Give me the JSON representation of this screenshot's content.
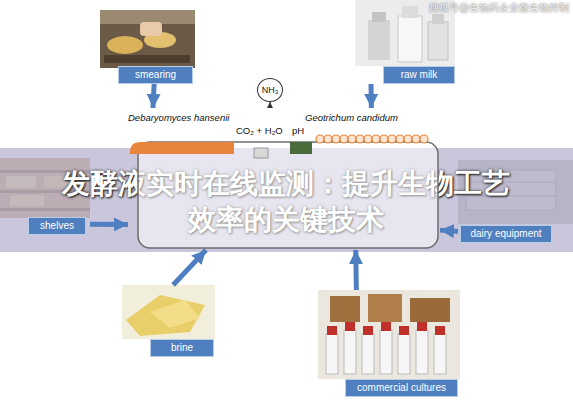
{
  "diagram": {
    "title": "发酵液实时在线监测：提升生物工艺效率的关键技术",
    "nodes": [
      {
        "text": [
          "smearing"
        ]
      },
      {
        "text": [
          "raw milk"
        ]
      },
      {
        "text": [
          "NH₃"
        ]
      },
      {
        "text": [
          "Debaryomyces hansenii",
          "Geotrichum candidum",
          "CO₂ + H₂O",
          "pH"
        ]
      },
      {
        "text": [
          "shelves"
        ]
      },
      {
        "text": [
          "dairy equipment"
        ]
      },
      {
        "text": [
          "brine"
        ]
      },
      {
        "text": [
          "commercial cultures"
        ]
      }
    ],
    "edges": [
      {
        "from": 0,
        "to": 3,
        "arrow": "to"
      },
      {
        "from": 1,
        "to": 3,
        "arrow": "to"
      },
      {
        "from": 3,
        "to": 2,
        "arrow": "to"
      },
      {
        "from": 4,
        "to": 3,
        "arrow": "to"
      },
      {
        "from": 5,
        "to": 3,
        "arrow": "to"
      },
      {
        "from": 6,
        "to": 3,
        "arrow": "to"
      },
      {
        "from": 7,
        "to": 3,
        "arrow": "to"
      }
    ],
    "labels": [
      "搜狐号@生物药企业微生物控制"
    ]
  }
}
